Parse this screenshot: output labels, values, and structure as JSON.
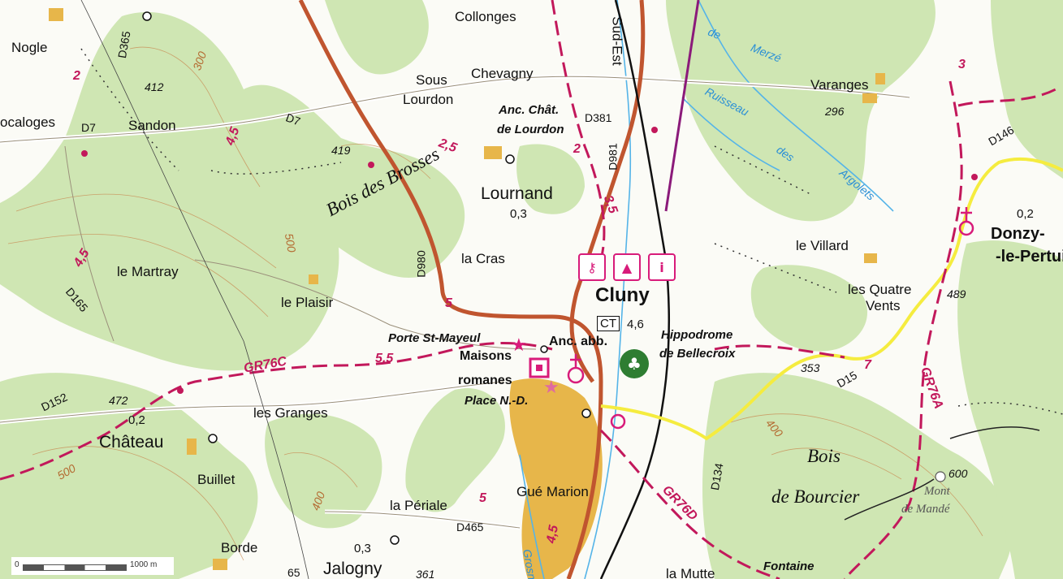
{
  "map": {
    "scale": {
      "zero": "0",
      "distance": "1000 m"
    },
    "colors": {
      "forest": "#cfe6b3",
      "open": "#fbfbf6",
      "road_main": "#c0552f",
      "trail": "#c2185b",
      "urban": "#e7b64a",
      "water": "#55b4e8",
      "secondary_road": "#f5ec3f"
    },
    "places": {
      "collonges": "Collonges",
      "nogle": "Nogle",
      "sous": "Sous",
      "lourdon": "Lourdon",
      "chevagny": "Chevagny",
      "varanges": "Varanges",
      "localoges": "ocaloges",
      "sandon": "Sandon",
      "lournand": "Lournand",
      "le_martray": "le Martray",
      "le_plaisir": "le Plaisir",
      "la_cras": "la Cras",
      "cluny": "Cluny",
      "le_villard": "le Villard",
      "les_quatre": "les Quatre",
      "vents": "Vents",
      "donzy1": "Donzy-",
      "donzy2": "-le-Pertui",
      "les_granges": "les Granges",
      "chateau": "Château",
      "buillet": "Buillet",
      "borde": "Borde",
      "jalogny": "Jalogny",
      "la_periale": "la Périale",
      "gue_marion": "Gué Marion",
      "la_mutte": "la Mutte",
      "maisons": "Maisons",
      "romanes": "romanes",
      "mont": "Mont",
      "de_mande": "de Mandé"
    },
    "pois": {
      "anc_chat": "Anc. Chât.",
      "de_lourdon": "de Lourdon",
      "porte": "Porte St-Mayeul",
      "anc_abb": "Anc. abb.",
      "place_nd": "Place N.-D.",
      "hippodrome": "Hippodrome",
      "de_bellecroix": "de Bellecroix",
      "fontaine": "Fontaine",
      "ct": "CT"
    },
    "forests": {
      "bois_brosses": "Bois des Brosses",
      "bois": "Bois",
      "de_bourcier": "de Bourcier"
    },
    "water": {
      "merze1": "de",
      "merze2": "Merzé",
      "ruisseau": "Ruisseau",
      "des": "des",
      "argolets": "Argolets",
      "grosne": "Grosne"
    },
    "roads": {
      "d365": "D365",
      "d7a": "D7",
      "d7b": "D7",
      "d381": "D381",
      "d981": "D981",
      "d980": "D980",
      "d165": "D165",
      "d152": "D152",
      "d465": "D465",
      "d134": "D134",
      "d146": "D146",
      "d15": "D15",
      "sud_est": "Sud-Est",
      "d65": "65"
    },
    "elevations": {
      "e412": "412",
      "e296": "296",
      "e419": "419",
      "e300": "300",
      "e500a": "500",
      "e500b": "500",
      "e400a": "400",
      "e400b": "400",
      "e472": "472",
      "e353": "353",
      "e489": "489",
      "e600": "600",
      "e361": "361"
    },
    "numbers": {
      "n03a": "0,3",
      "n03b": "0,3",
      "n02a": "0,2",
      "n02b": "0,2",
      "n46": "4,6",
      "n2": "2",
      "n45a": "4,5",
      "n45b": "4,5",
      "n45c": "4,5",
      "n25": "2,5",
      "n2b": "2",
      "n35": "3,5",
      "n5a": "5",
      "n55": "5,5",
      "n5b": "5",
      "n3": "3",
      "n7": "7"
    },
    "trails": {
      "gr76c": "GR76C",
      "gr76d": "GR76D",
      "gr76a": "GR76A"
    },
    "icons": {
      "museum": "museum-icon",
      "church": "monument-icon",
      "info": "info-icon",
      "star": "star-icon",
      "tree": "remarkable-tree-icon"
    }
  }
}
